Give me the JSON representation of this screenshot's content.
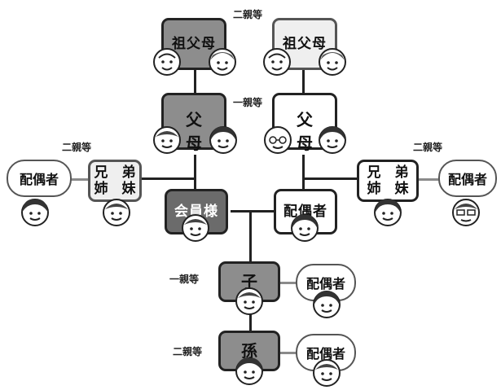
{
  "nodes": {
    "grandparents_left": {
      "label": "祖父母"
    },
    "grandparents_right": {
      "label": "祖父母"
    },
    "parents_left": {
      "label": "父 母"
    },
    "parents_right": {
      "label": "父 母"
    },
    "siblings_left": {
      "line1": "兄　弟",
      "line2": "姉　妹"
    },
    "siblings_right": {
      "line1": "兄　弟",
      "line2": "姉　妹"
    },
    "member": {
      "label": "会員様"
    },
    "spouse_member": {
      "label": "配偶者"
    },
    "spouse_sibling_left": {
      "label": "配偶者"
    },
    "spouse_sibling_right": {
      "label": "配偶者"
    },
    "child": {
      "label": "子"
    },
    "spouse_child": {
      "label": "配偶者"
    },
    "grandchild": {
      "label": "孫"
    },
    "spouse_grandchild": {
      "label": "配偶者"
    }
  },
  "degrees": {
    "grandparents": "二親等",
    "parents": "一親等",
    "siblings_left": "二親等",
    "siblings_right": "二親等",
    "child": "一親等",
    "grandchild": "二親等"
  },
  "colors": {
    "line": "#222222",
    "dark_fill": "#8d8d8d",
    "member_fill": "#6b6b6b",
    "light_fill": "#efefef"
  }
}
